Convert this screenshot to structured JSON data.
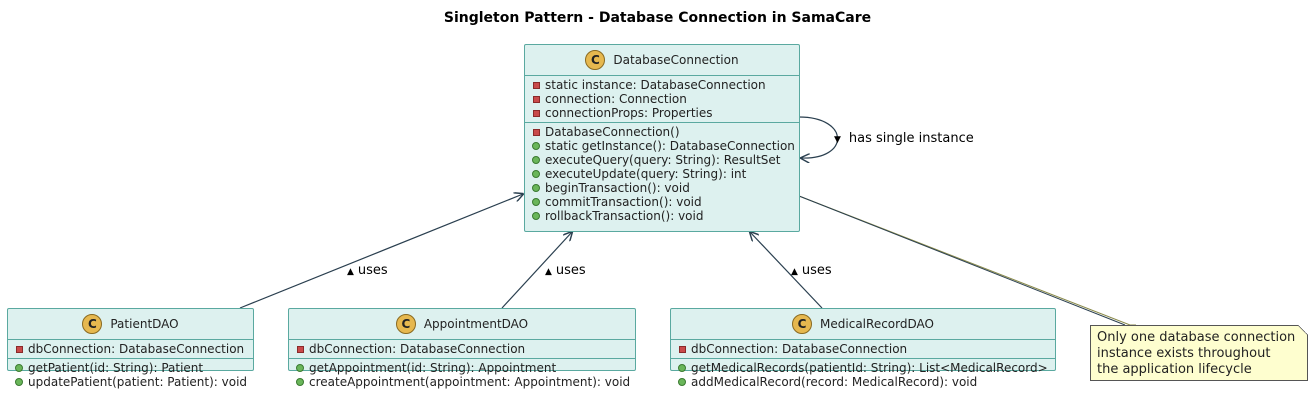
{
  "title": "Singleton Pattern - Database Connection in SamaCare",
  "colors": {
    "class_bg": "#ddf1ef",
    "class_border": "#5aa9a0",
    "badge": "#e6b84f",
    "note_bg": "#fefecf",
    "arrow": "#2a3f4f"
  },
  "classes": {
    "database_connection": {
      "badge": "C",
      "name": "DatabaseConnection",
      "fields": [
        {
          "vis": "private",
          "text": "static instance: DatabaseConnection"
        },
        {
          "vis": "private",
          "text": "connection: Connection"
        },
        {
          "vis": "private",
          "text": "connectionProps: Properties"
        }
      ],
      "methods": [
        {
          "vis": "private",
          "text": "DatabaseConnection()"
        },
        {
          "vis": "public",
          "text": "static getInstance(): DatabaseConnection"
        },
        {
          "vis": "public",
          "text": "executeQuery(query: String): ResultSet"
        },
        {
          "vis": "public",
          "text": "executeUpdate(query: String): int"
        },
        {
          "vis": "public",
          "text": "beginTransaction(): void"
        },
        {
          "vis": "public",
          "text": "commitTransaction(): void"
        },
        {
          "vis": "public",
          "text": "rollbackTransaction(): void"
        }
      ]
    },
    "patient_dao": {
      "badge": "C",
      "name": "PatientDAO",
      "fields": [
        {
          "vis": "private",
          "text": "dbConnection: DatabaseConnection"
        }
      ],
      "methods": [
        {
          "vis": "public",
          "text": "getPatient(id: String): Patient"
        },
        {
          "vis": "public",
          "text": "updatePatient(patient: Patient): void"
        }
      ]
    },
    "appointment_dao": {
      "badge": "C",
      "name": "AppointmentDAO",
      "fields": [
        {
          "vis": "private",
          "text": "dbConnection: DatabaseConnection"
        }
      ],
      "methods": [
        {
          "vis": "public",
          "text": "getAppointment(id: String): Appointment"
        },
        {
          "vis": "public",
          "text": "createAppointment(appointment: Appointment): void"
        }
      ]
    },
    "medical_record_dao": {
      "badge": "C",
      "name": "MedicalRecordDAO",
      "fields": [
        {
          "vis": "private",
          "text": "dbConnection: DatabaseConnection"
        }
      ],
      "methods": [
        {
          "vis": "public",
          "text": "getMedicalRecords(patientId: String): List<MedicalRecord>"
        },
        {
          "vis": "public",
          "text": "addMedicalRecord(record: MedicalRecord): void"
        }
      ]
    }
  },
  "relations": {
    "self": {
      "arrow": "▼",
      "text": "has single instance"
    },
    "patient": {
      "arrow": "▲",
      "text": "uses"
    },
    "appointment": {
      "arrow": "▲",
      "text": "uses"
    },
    "medical": {
      "arrow": "▲",
      "text": "uses"
    }
  },
  "note": {
    "lines": [
      "Only one database connection",
      "instance exists throughout",
      "the application lifecycle"
    ]
  }
}
